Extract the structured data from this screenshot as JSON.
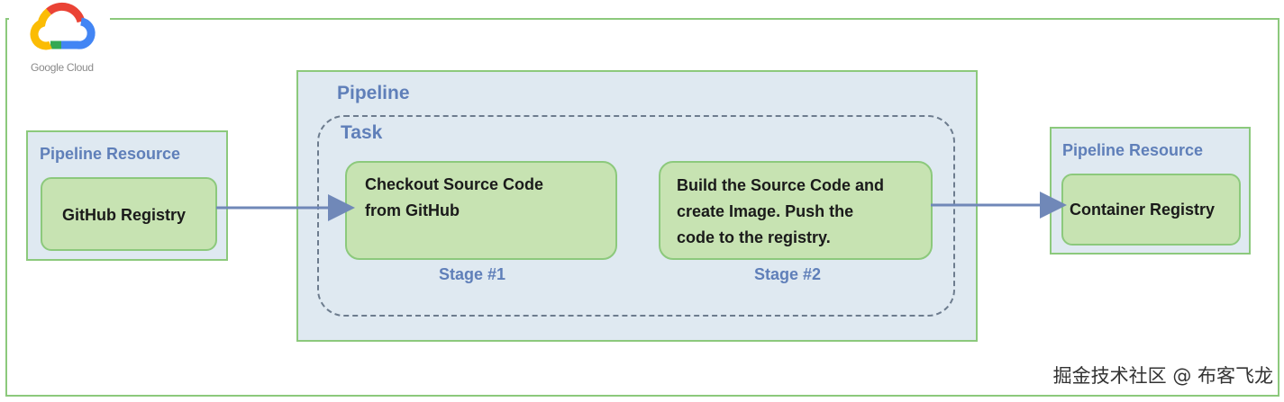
{
  "logo": {
    "text": "Google Cloud",
    "icon": "google-cloud-icon",
    "colors": [
      "#4285f4",
      "#ea4335",
      "#fbbc04",
      "#34a853"
    ]
  },
  "left_resource": {
    "title": "Pipeline Resource",
    "item": "GitHub Registry"
  },
  "pipeline": {
    "title": "Pipeline",
    "task": {
      "title": "Task",
      "stages": [
        {
          "text_lines": [
            "Checkout Source Code",
            "from GitHub"
          ],
          "label": "Stage #1"
        },
        {
          "text_lines": [
            "Build the Source Code and",
            "create Image. Push the",
            "code to the registry."
          ],
          "label": "Stage #2"
        }
      ]
    }
  },
  "right_resource": {
    "title": "Pipeline Resource",
    "item": "Container Registry"
  },
  "watermark": "掘金技术社区 @ 布客飞龙",
  "colors": {
    "border_green": "#8cc97c",
    "panel_blue": "#dfe9f1",
    "stage_green": "#c7e3b2",
    "title_blue": "#5f7fb9",
    "arrow": "#7088b8"
  }
}
